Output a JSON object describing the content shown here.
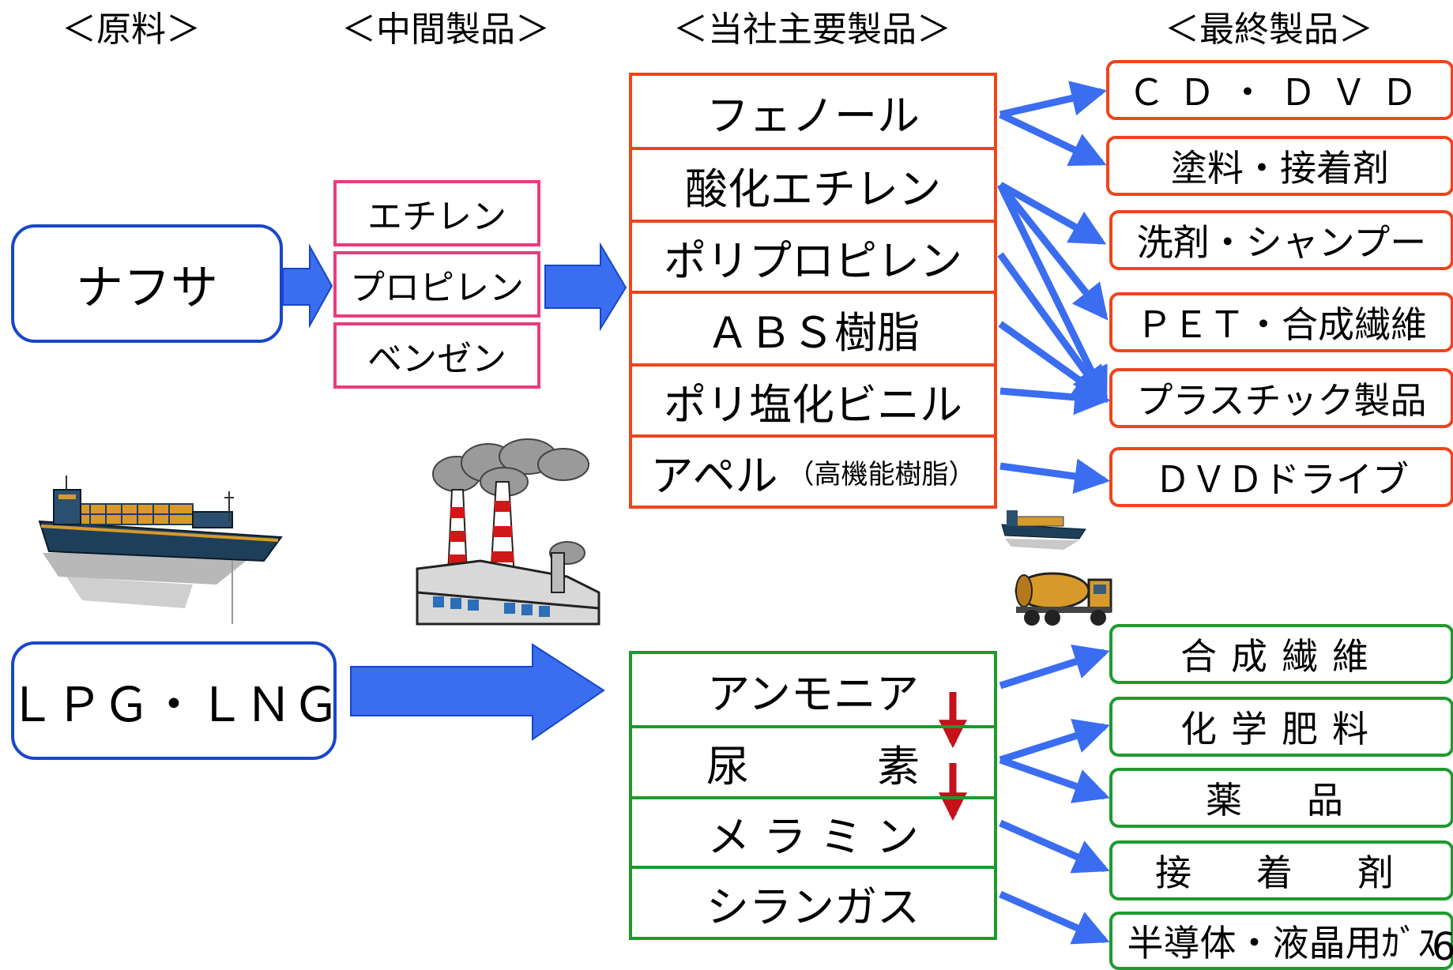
{
  "headers": {
    "raw": "＜原料＞",
    "intermediate": "＜中間製品＞",
    "main": "＜当社主要製品＞",
    "final": "＜最終製品＞"
  },
  "sources": {
    "naphtha": "ナフサ",
    "lpg_lng": "ＬＰＧ・ＬＮＧ"
  },
  "intermediates": [
    "エチレン",
    "プロピレン",
    "ベンゼン"
  ],
  "main_products_petro": [
    {
      "label": "フェノール",
      "sub": ""
    },
    {
      "label": "酸化エチレン",
      "sub": ""
    },
    {
      "label": "ポリプロピレン",
      "sub": ""
    },
    {
      "label": "ＡＢＳ樹脂",
      "sub": ""
    },
    {
      "label": "ポリ塩化ビニル",
      "sub": ""
    },
    {
      "label": "アペル",
      "sub": "（高機能樹脂）"
    }
  ],
  "main_products_gas": [
    "アンモニア",
    "尿　　　素",
    "メ ラ ミ ン",
    "シランガス"
  ],
  "final_products_petro": [
    "ＣＤ・ＤＶＤ",
    "塗料・接着剤",
    "洗剤・シャンプー",
    "ＰＥＴ・合成繊維",
    "プラスチック製品",
    "ＤＶＤドライブ"
  ],
  "final_products_gas": [
    "合成繊維",
    "化学肥料",
    "薬　品",
    "接　着　剤",
    "半導体・液晶用ｶﾞｽ"
  ],
  "page_number": "6",
  "colors": {
    "source_border": "#1747c8",
    "intermediate_border": "#ea3a7f",
    "petro_border": "#f0441c",
    "gas_border": "#1e9a2d",
    "arrow": "#3a6df0",
    "down_arrow": "#c4111b"
  },
  "icons": {
    "ship": "cargo-ship-illustration",
    "factory": "factory-illustration",
    "small_ship": "ship-illustration",
    "truck": "tanker-truck-illustration"
  }
}
